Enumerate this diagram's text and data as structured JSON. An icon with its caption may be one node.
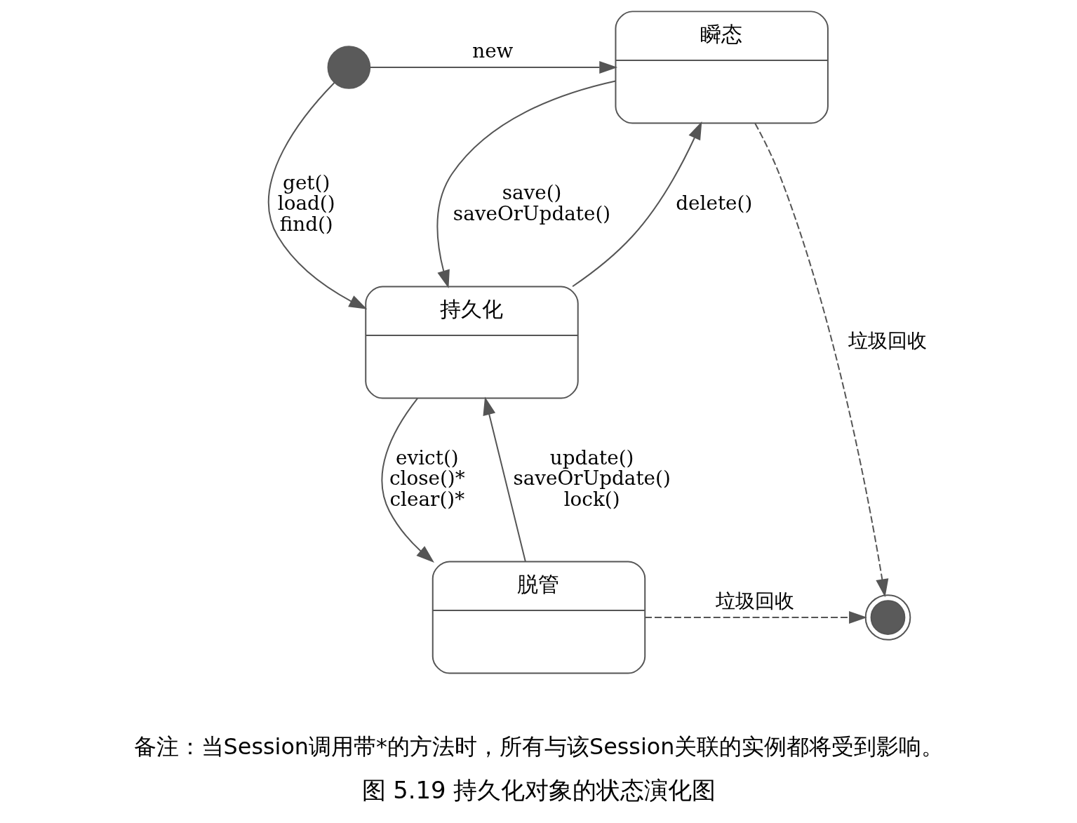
{
  "diagram": {
    "caption": "图 5.19 持久化对象的状态演化图",
    "nodes": [
      {
        "text": [],
        "shape": "circle"
      },
      {
        "text": [
          "瞬态"
        ]
      },
      {
        "text": [
          "持久化"
        ]
      },
      {
        "text": [
          "脱管"
        ]
      },
      {
        "text": [],
        "shape": "circle"
      }
    ],
    "edges": [
      {
        "from": 0,
        "to": 1,
        "arrow": "to",
        "label": "new"
      },
      {
        "from": 1,
        "to": 2,
        "arrow": "to",
        "label": "save() saveOrUpdate()"
      },
      {
        "from": 2,
        "to": 1,
        "arrow": "to",
        "label": "delete()"
      },
      {
        "from": 0,
        "to": 2,
        "arrow": "to",
        "label": "get() load() find()"
      },
      {
        "from": 2,
        "to": 3,
        "arrow": "to",
        "label": "evict() close()* clear()*"
      },
      {
        "from": 3,
        "to": 2,
        "arrow": "to",
        "label": "update() saveOrUpdate() lock()"
      },
      {
        "from": 1,
        "to": 4,
        "arrow": "to",
        "label": "垃圾回收",
        "style": "dashed"
      },
      {
        "from": 3,
        "to": 4,
        "arrow": "to",
        "label": "垃圾回收",
        "style": "dashed"
      }
    ],
    "labels": [
      "备注：当Session调用带*的方法时，所有与该Session关联的实例都将受到影响。"
    ]
  }
}
